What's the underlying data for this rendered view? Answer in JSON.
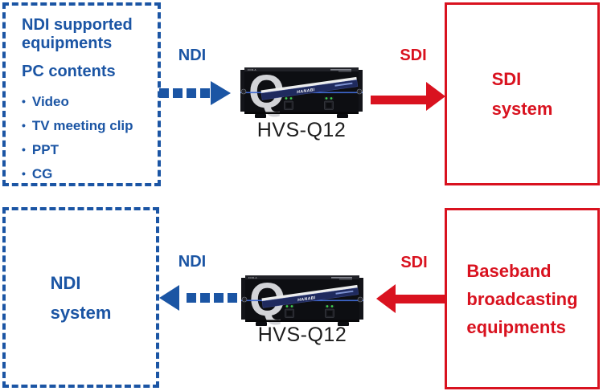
{
  "diagram": {
    "top_flow": {
      "source_box": {
        "heading_lines": [
          "NDI supported",
          "equipments"
        ],
        "subheading": "PC contents",
        "bullets": [
          "Video",
          "TV meeting clip",
          "PPT",
          "CG"
        ]
      },
      "input_label": "NDI",
      "device_caption": "HVS-Q12",
      "output_label": "SDI",
      "target_box_lines": [
        "SDI",
        "system"
      ]
    },
    "bottom_flow": {
      "target_box_lines": [
        "NDI",
        "system"
      ],
      "output_label": "NDI",
      "device_caption": "HVS-Q12",
      "input_label": "SDI",
      "source_box_lines": [
        "Baseband",
        "broadcasting",
        "equipments"
      ]
    },
    "device": {
      "brand": "FOR-A",
      "logo": "HANABI",
      "q_glyph": "Q"
    },
    "glyphs": {
      "bullet": "•"
    },
    "colors": {
      "blue": "#1b55a4",
      "red": "#d9121f",
      "caption": "#1c1c1c"
    }
  }
}
